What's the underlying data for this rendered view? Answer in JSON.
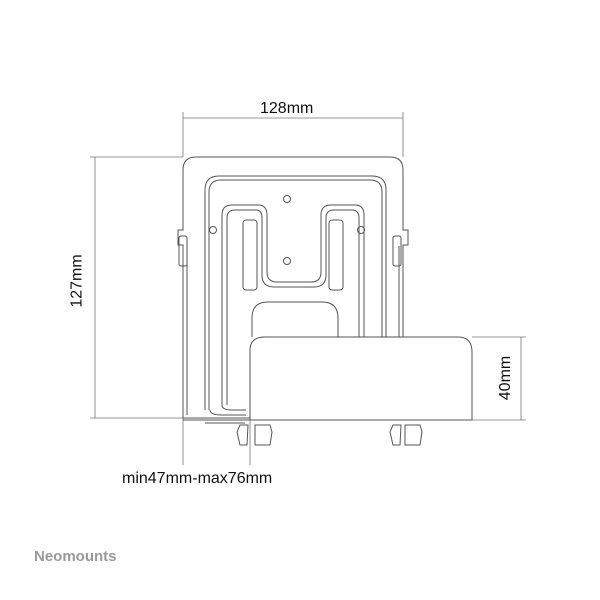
{
  "dimensions": {
    "width": "128mm",
    "height": "127mm",
    "depth": "40mm",
    "range": "min47mm-max76mm"
  },
  "brand": "Neomounts",
  "colors": {
    "line": "#555555",
    "brand": "#9a9a9a"
  }
}
